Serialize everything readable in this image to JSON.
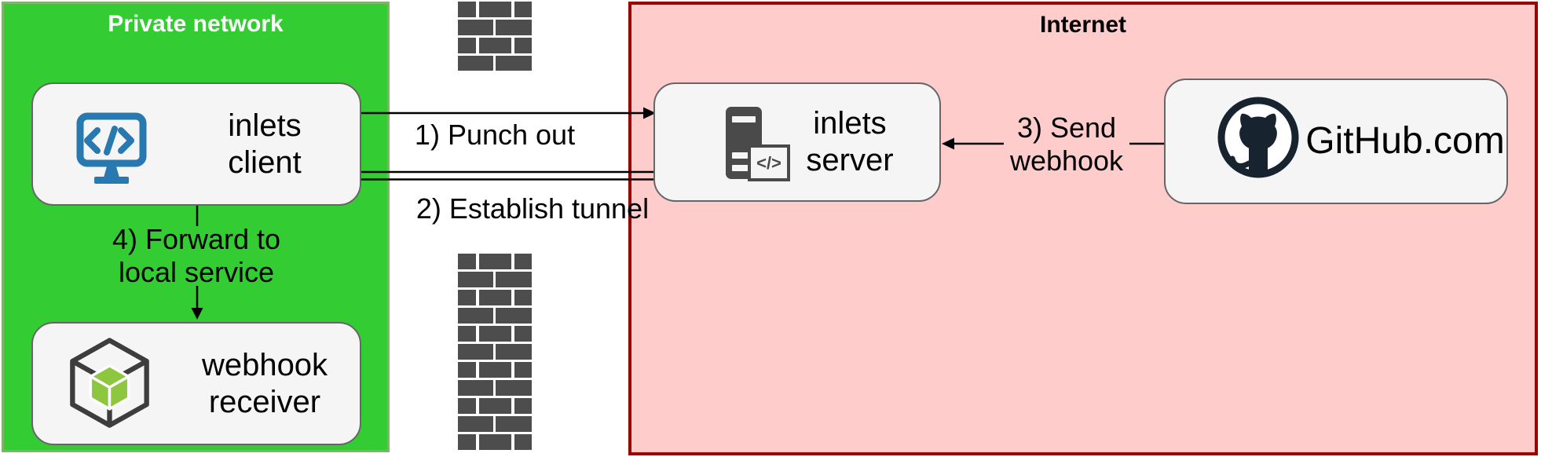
{
  "zones": {
    "private": {
      "title": "Private network",
      "fill": "#33CC33",
      "border": "#82B366"
    },
    "internet": {
      "title": "Internet",
      "fill": "#FFCCCC",
      "border": "#990000"
    }
  },
  "nodes": {
    "client": {
      "label": "inlets\nclient"
    },
    "server": {
      "label": "inlets\nserver",
      "code_glyph": "</>"
    },
    "github": {
      "label": "GitHub.com"
    },
    "receiver": {
      "label": "webhook\nreceiver"
    }
  },
  "arrows": {
    "punch_out": {
      "label": "1) Punch out"
    },
    "establish_tunnel": {
      "label": "2) Establish tunnel"
    },
    "send_webhook": {
      "label": "3) Send\nwebhook"
    },
    "forward": {
      "label": "4) Forward to\nlocal service"
    }
  },
  "icons": {
    "client": "code-monitor-icon",
    "server": "server-tower-icon",
    "github": "github-octocat-icon",
    "receiver": "package-cube-icon",
    "firewall": "firewall-brick-wall-icon"
  },
  "colors": {
    "private_fill": "#33CC33",
    "private_border": "#82B366",
    "internet_fill": "#FFCCCC",
    "internet_border": "#990000",
    "node_fill": "#F5F5F5",
    "node_border": "#666666",
    "brick": "#4D4D4D",
    "monitor_blue": "#2779B0",
    "server_gray": "#4A4A4A",
    "github_navy": "#17242F",
    "cube_wire": "#3D3D3D",
    "cube_green": "#8DC63F",
    "arrow": "#000000"
  }
}
